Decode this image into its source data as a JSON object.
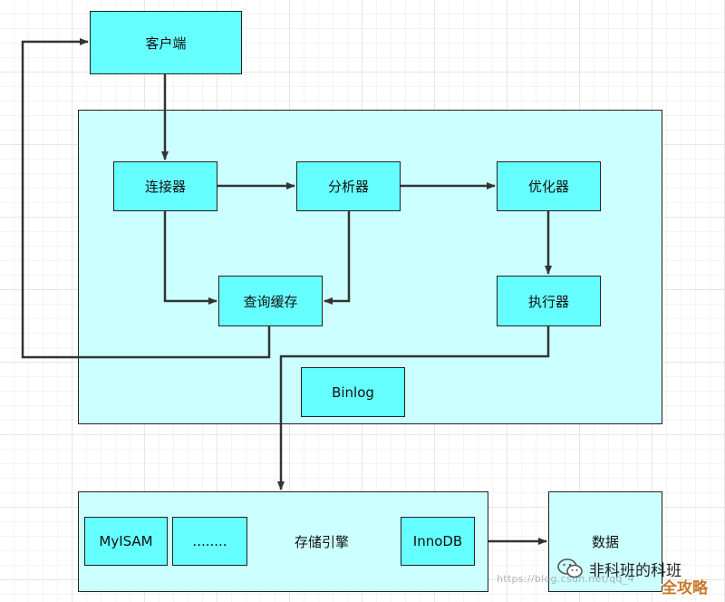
{
  "nodes": {
    "client": "客户端",
    "connector": "连接器",
    "analyzer": "分析器",
    "optimizer": "优化器",
    "query_cache": "查询缓存",
    "executor": "执行器",
    "binlog": "Binlog",
    "myisam": "MyISAM",
    "ellipsis": "........",
    "storage_engine": "存储引擎",
    "innodb": "InnoDB",
    "data": "数据"
  },
  "colors": {
    "node_fill": "#66ffff",
    "container_fill": "#ccffff",
    "line": "#333333"
  },
  "watermark": {
    "url": "https://blog.csdn.net/qq_4",
    "account": "非科班的科班",
    "tag": "全攻略",
    "icon": "wechat-icon"
  }
}
